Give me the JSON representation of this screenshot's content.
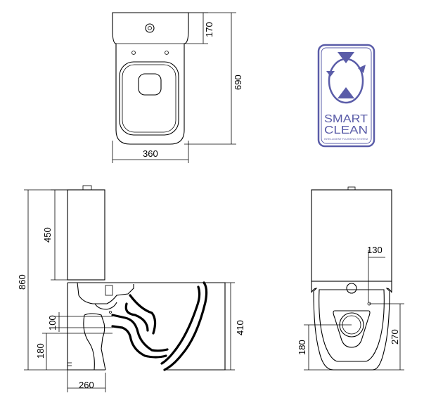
{
  "top_view": {
    "dims": {
      "width": "360",
      "depth": "690",
      "tank": "170"
    }
  },
  "side_view": {
    "dims": {
      "tank_height": "450",
      "total_height": "860",
      "seat_height": "410",
      "outlet_height": "180",
      "outlet_diameter": "100",
      "outlet_distance": "260"
    }
  },
  "back_view": {
    "dims": {
      "inlet_offset": "130",
      "outlet_height": "180",
      "inlet_height": "270"
    }
  },
  "logo": {
    "line1": "SMART",
    "line2": "CLEAN",
    "tagline": "INTELLIGENT FLUSHING SYSTEM",
    "color": "#5a5ca8"
  }
}
